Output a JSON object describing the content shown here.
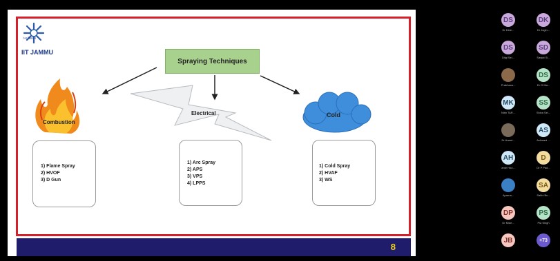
{
  "slide": {
    "logo_text": "IIT JAMMU",
    "logo_small_text": "ৰৈশ্ব विद्यालय",
    "title": "Spraying Techniques",
    "labels": {
      "combustion": "Combustion",
      "electrical": "Electrical",
      "cold": "Cold"
    },
    "lists": {
      "combustion": [
        "1)  Flame Spray",
        "2)  HVOF",
        "3)  D Gun"
      ],
      "electrical": [
        "1)  Arc Spray",
        "2)  APS",
        "3)  VPS",
        "4)  LPPS"
      ],
      "cold": [
        "1)  Cold Spray",
        "2)  HVAF",
        "3)  WS"
      ]
    },
    "page_number": "8"
  },
  "participants": [
    {
      "initials": "DS",
      "name": "Dr Dine...",
      "bg": "#c9a9dc",
      "fg": "#5b3f7b"
    },
    {
      "initials": "DK",
      "name": "Dr Jogin...",
      "bg": "#c9a9dc",
      "fg": "#5b3f7b"
    },
    {
      "initials": "DS",
      "name": "Dilgi Sel...",
      "bg": "#c9a9dc",
      "fg": "#5b3f7b"
    },
    {
      "initials": "SD",
      "name": "Sanjot Si...",
      "bg": "#c9a9dc",
      "fg": "#5b3f7b"
    },
    {
      "initials": "",
      "name": "Prabhaca...",
      "bg": "#8a6a4a",
      "fg": "#fff"
    },
    {
      "initials": "DS",
      "name": "Dr G Ma...",
      "bg": "#b5e3c8",
      "fg": "#2f6b48"
    },
    {
      "initials": "MK",
      "name": "Nitin TAR...",
      "bg": "#cfe8f7",
      "fg": "#2a4d66"
    },
    {
      "initials": "SS",
      "name": "Shiva Sel...",
      "bg": "#b5e3c8",
      "fg": "#2f6b48"
    },
    {
      "initials": "",
      "name": "Dr Anant...",
      "bg": "#7a6a5a",
      "fg": "#fff"
    },
    {
      "initials": "AS",
      "name": "Ashwani ...",
      "bg": "#cfe8f7",
      "fg": "#2a4d66"
    },
    {
      "initials": "AH",
      "name": "amir Hoo...",
      "bg": "#cfe8f7",
      "fg": "#2a4d66"
    },
    {
      "initials": "D",
      "name": "Dr P Pad...",
      "bg": "#f3dca0",
      "fg": "#7a5a14"
    },
    {
      "initials": "",
      "name": "Aparna...",
      "bg": "#3b7fc4",
      "fg": "#fff"
    },
    {
      "initials": "SA",
      "name": "Sakhi Bu...",
      "bg": "#f3dca0",
      "fg": "#7a5a14"
    },
    {
      "initials": "DP",
      "name": "Dr Mide...",
      "bg": "#f6c6bf",
      "fg": "#7a2f2a"
    },
    {
      "initials": "PS",
      "name": "Pia Singh",
      "bg": "#b5e3c8",
      "fg": "#2f6b48"
    },
    {
      "initials": "JB",
      "name": "",
      "bg": "#f6c6bf",
      "fg": "#7a2f2a"
    },
    {
      "initials": "+73",
      "name": "",
      "bg": "#6a5acd",
      "fg": "#fff"
    }
  ]
}
